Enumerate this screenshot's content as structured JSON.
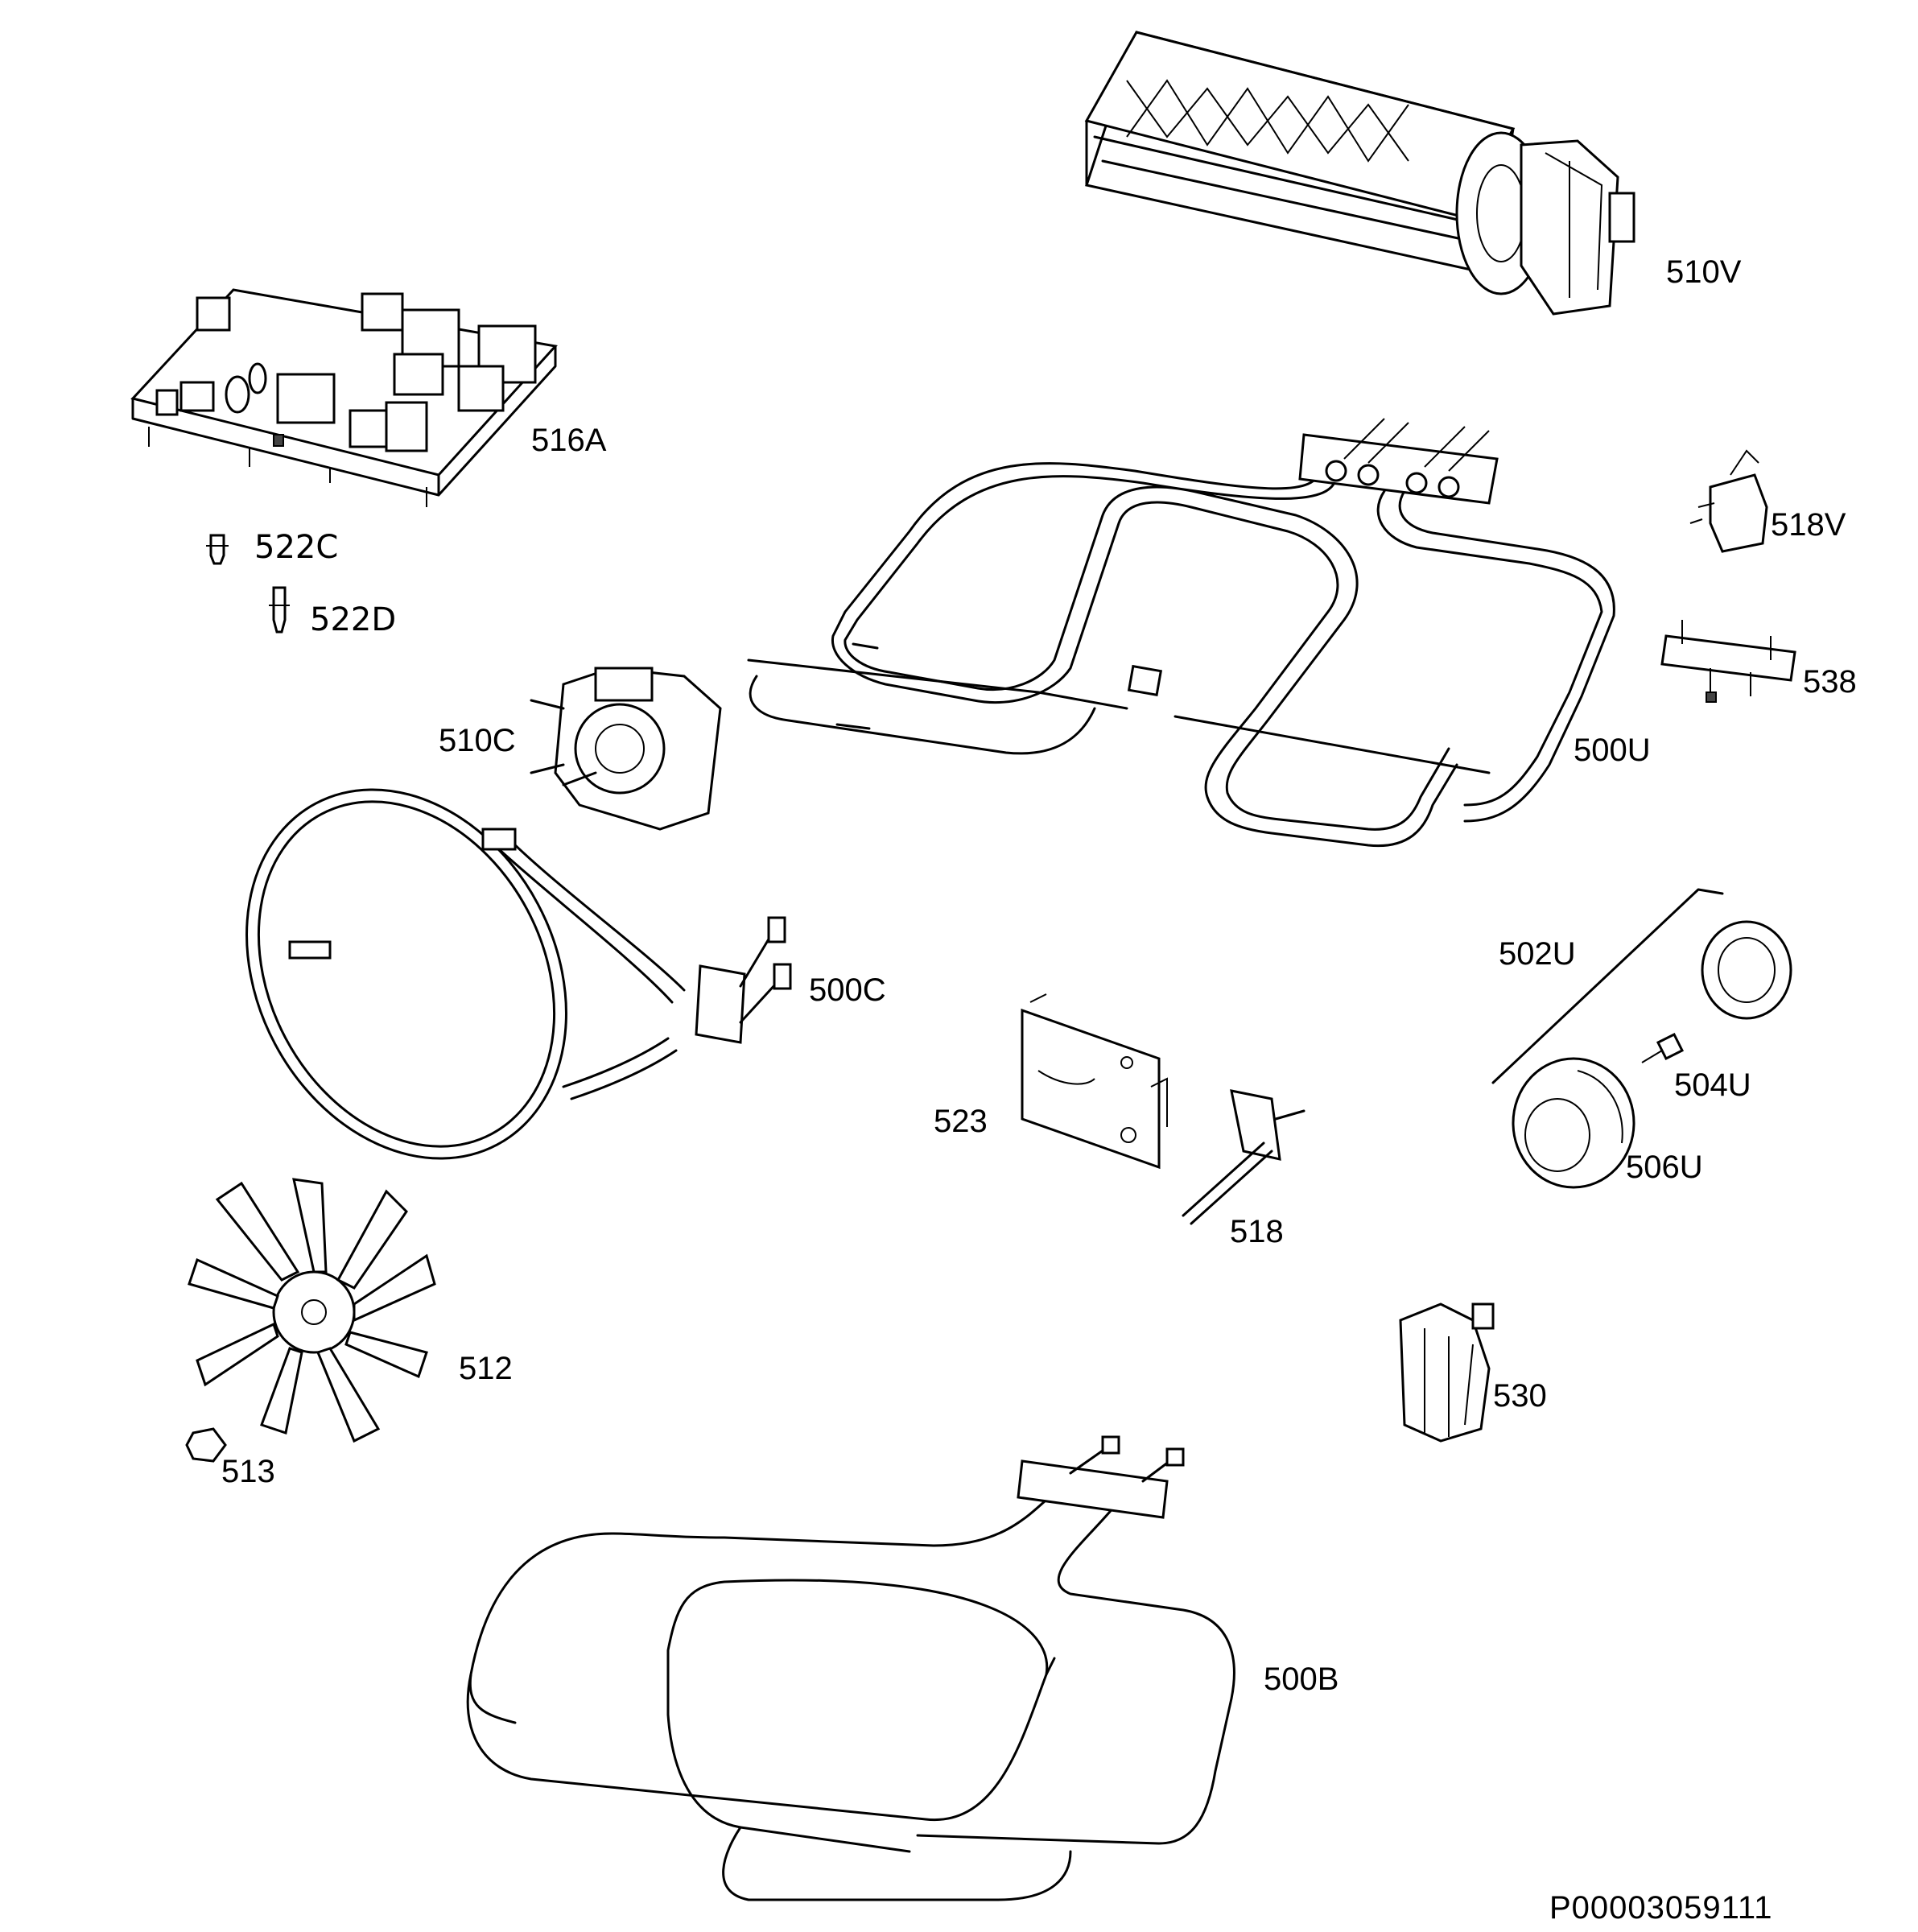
{
  "diagram": {
    "parts": [
      {
        "id": "cross-flow-fan",
        "label": "510V"
      },
      {
        "id": "control-board",
        "label": "516A"
      },
      {
        "id": "spacer-c",
        "label": "522C"
      },
      {
        "id": "spacer-d",
        "label": "522D"
      },
      {
        "id": "top-grill-element",
        "label": "500U"
      },
      {
        "id": "relay",
        "label": "518V"
      },
      {
        "id": "terminal-block",
        "label": "538"
      },
      {
        "id": "fan-motor",
        "label": "510C"
      },
      {
        "id": "circular-element",
        "label": "500C"
      },
      {
        "id": "lamp-assembly",
        "label": "502U"
      },
      {
        "id": "lamp-bulb",
        "label": "504U"
      },
      {
        "id": "lamp-cover",
        "label": "506U"
      },
      {
        "id": "bracket",
        "label": "523"
      },
      {
        "id": "temperature-sensor",
        "label": "518"
      },
      {
        "id": "fan-blade",
        "label": "512"
      },
      {
        "id": "fan-nut",
        "label": "513"
      },
      {
        "id": "switch",
        "label": "530"
      },
      {
        "id": "bottom-element",
        "label": "500B"
      }
    ],
    "document_code": "P00003059111"
  }
}
